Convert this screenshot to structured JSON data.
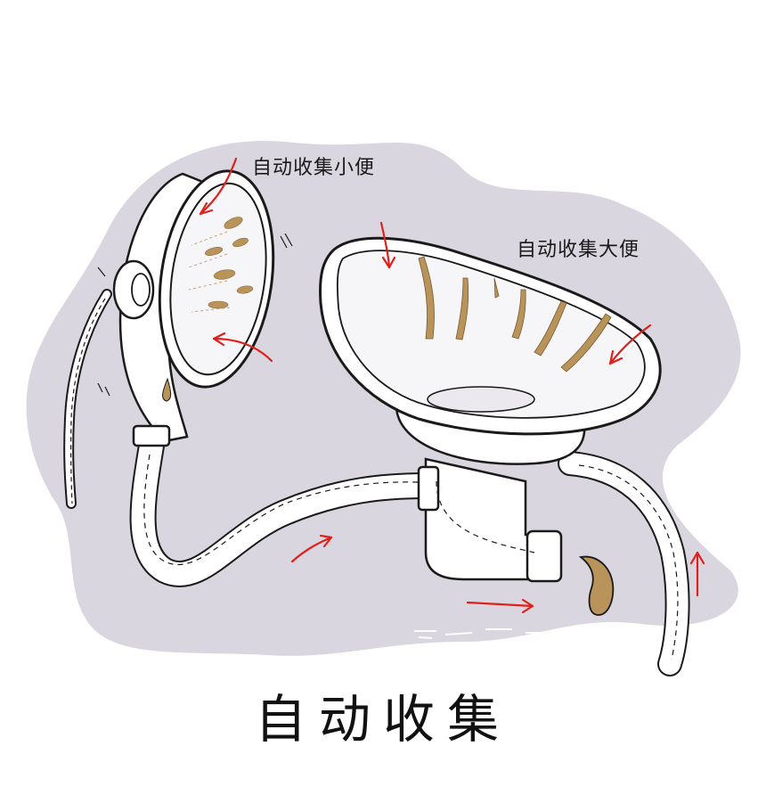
{
  "labels": {
    "urine_collection": "自动收集小便",
    "feces_collection": "自动收集大便"
  },
  "caption": "自动收集",
  "colors": {
    "background_blob": "#d9d6df",
    "device_body": "#ffffff",
    "outline": "#1a1a1a",
    "arrow_accent": "#e0201c",
    "waste": "#b8935a"
  },
  "icons": {
    "urine_cup": "urine-cup-icon",
    "bedpan": "bedpan-icon",
    "drain_hose": "hose-icon",
    "flow_arrow": "flow-arrow-icon"
  }
}
